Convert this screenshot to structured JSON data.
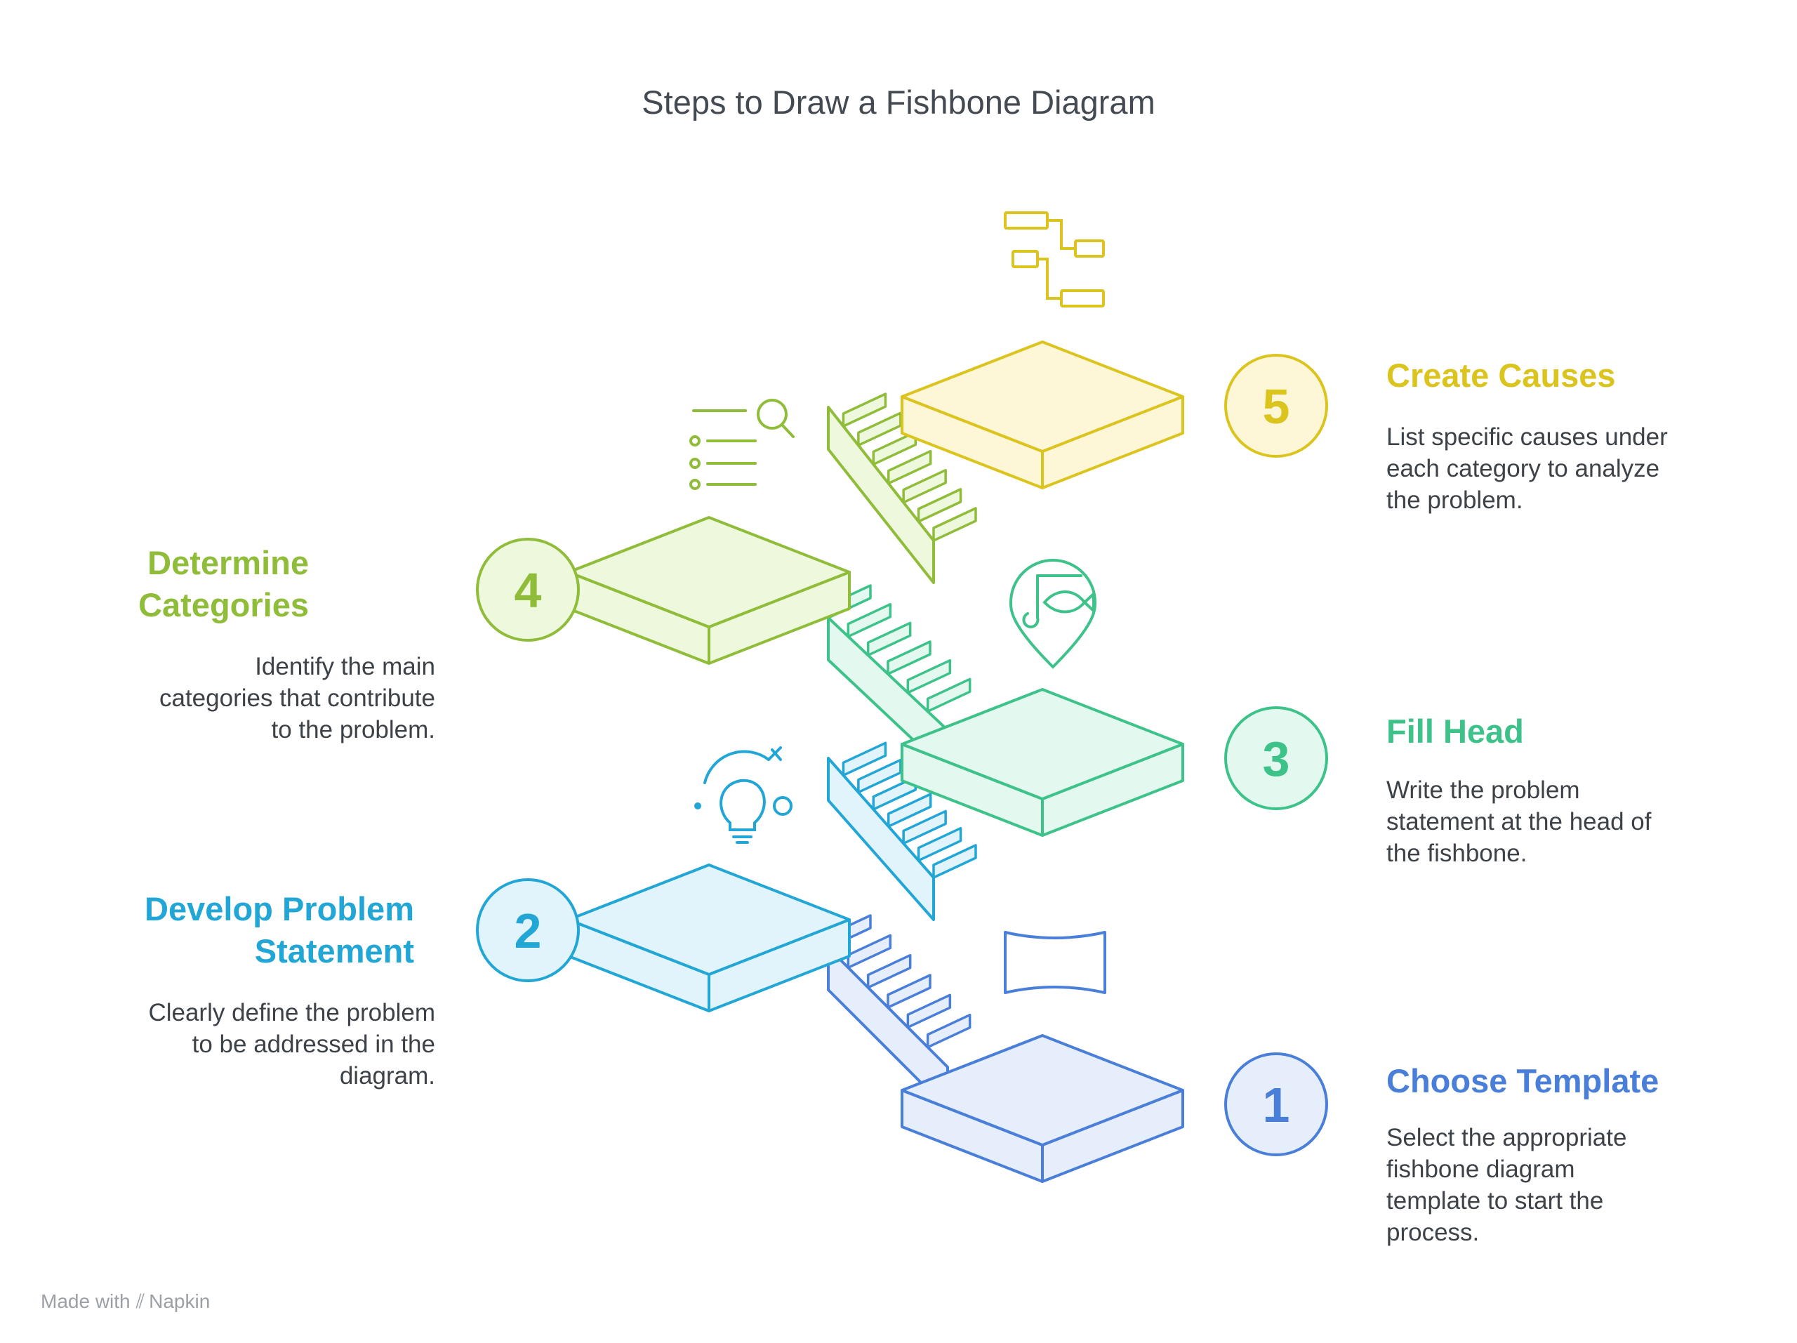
{
  "title": "Steps to Draw a Fishbone Diagram",
  "colors": {
    "step1": "#4a7fd9",
    "step1_fill": "#e6eefc",
    "step2": "#22a6d6",
    "step2_fill": "#e2f4fb",
    "step3": "#3dc28a",
    "step3_fill": "#e3f8ee",
    "step4": "#8fbd3a",
    "step4_fill": "#eef8dc",
    "step5": "#dcc41e",
    "step5_fill": "#fdf7d8"
  },
  "steps": [
    {
      "number": "1",
      "title": "Choose Template",
      "description": [
        "Select the appropriate",
        "fishbone diagram",
        "template to start the",
        "process."
      ],
      "icon": "frame-icon"
    },
    {
      "number": "2",
      "title": [
        "Develop Problem",
        "Statement"
      ],
      "description": [
        "Clearly define the problem",
        "to be addressed in the",
        "diagram."
      ],
      "icon": "lightbulb-icon"
    },
    {
      "number": "3",
      "title": "Fill Head",
      "description": [
        "Write the problem",
        "statement at the head of",
        "the fishbone."
      ],
      "icon": "fish-hook-pin-icon"
    },
    {
      "number": "4",
      "title": [
        "Determine",
        "Categories"
      ],
      "description": [
        "Identify the main",
        "categories that contribute",
        "to the problem."
      ],
      "icon": "list-search-icon"
    },
    {
      "number": "5",
      "title": "Create Causes",
      "description": [
        "List specific causes under",
        "each category to analyze",
        "the problem."
      ],
      "icon": "hierarchy-icon"
    }
  ],
  "footer": {
    "made_with": "Made with",
    "brand": "Napkin"
  }
}
